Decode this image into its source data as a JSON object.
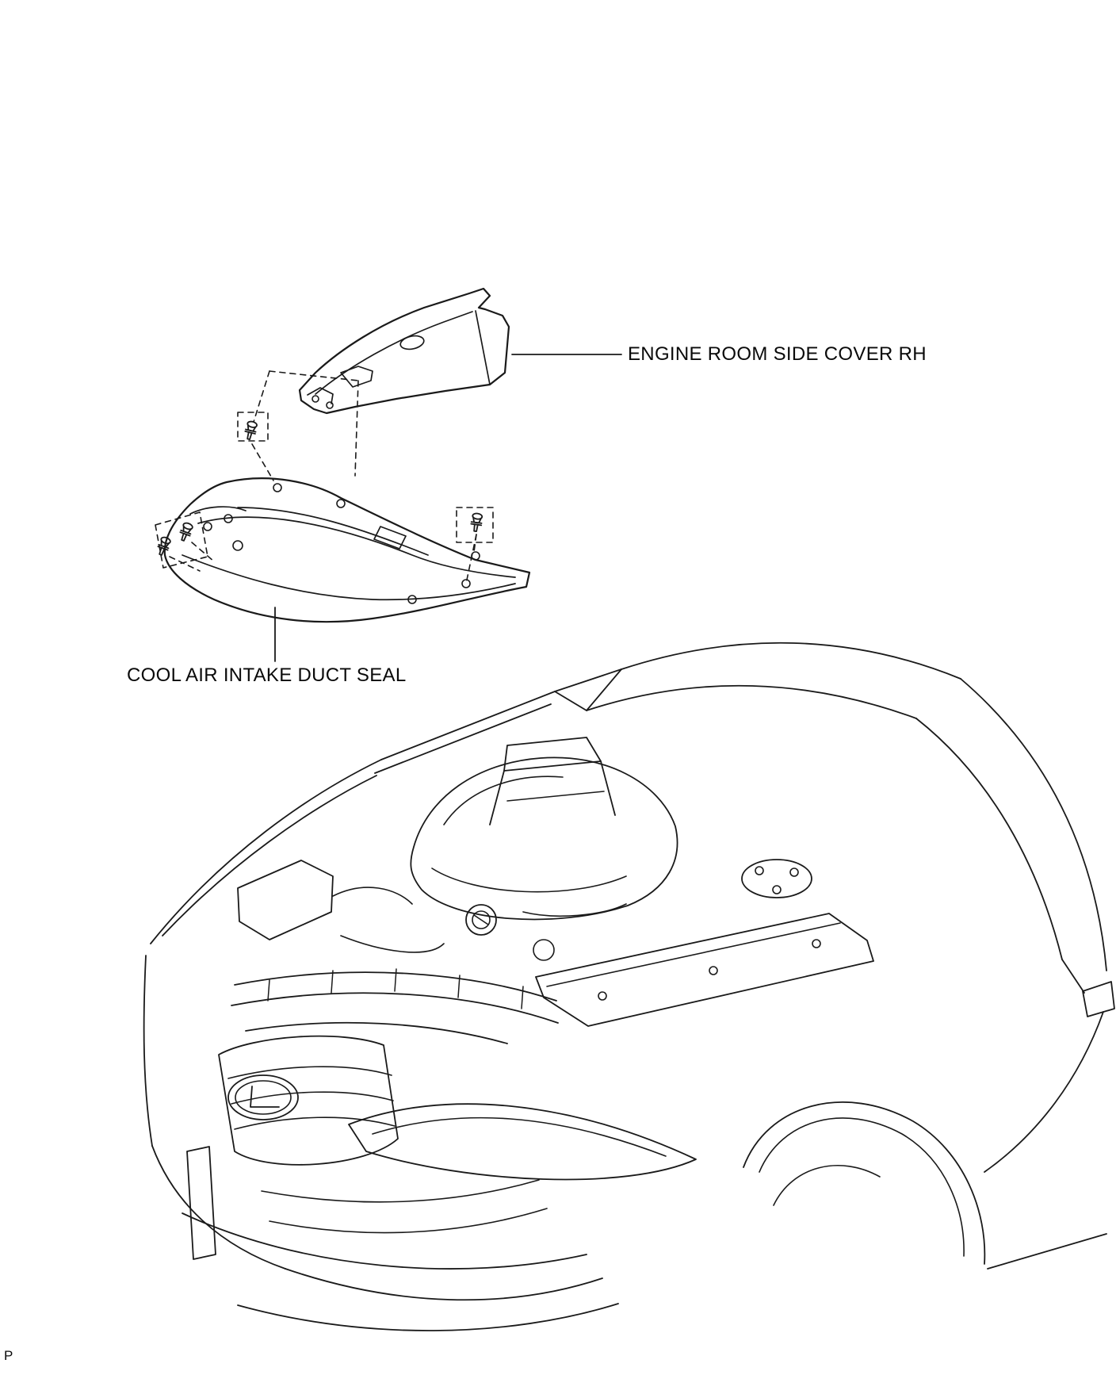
{
  "page": {
    "background": "#ffffff",
    "line_color": "#1a1a1a",
    "footer_char": "P"
  },
  "diagram": {
    "type": "exploded-parts-illustration",
    "callouts": [
      {
        "id": "engine-room-side-cover-rh",
        "label": "ENGINE ROOM SIDE COVER RH"
      },
      {
        "id": "cool-air-intake-duct-seal",
        "label": "COOL AIR INTAKE DUCT SEAL"
      }
    ],
    "icons": {
      "fastener": "push-pin-clip-icon",
      "badge": "lexus-emblem-icon"
    }
  }
}
